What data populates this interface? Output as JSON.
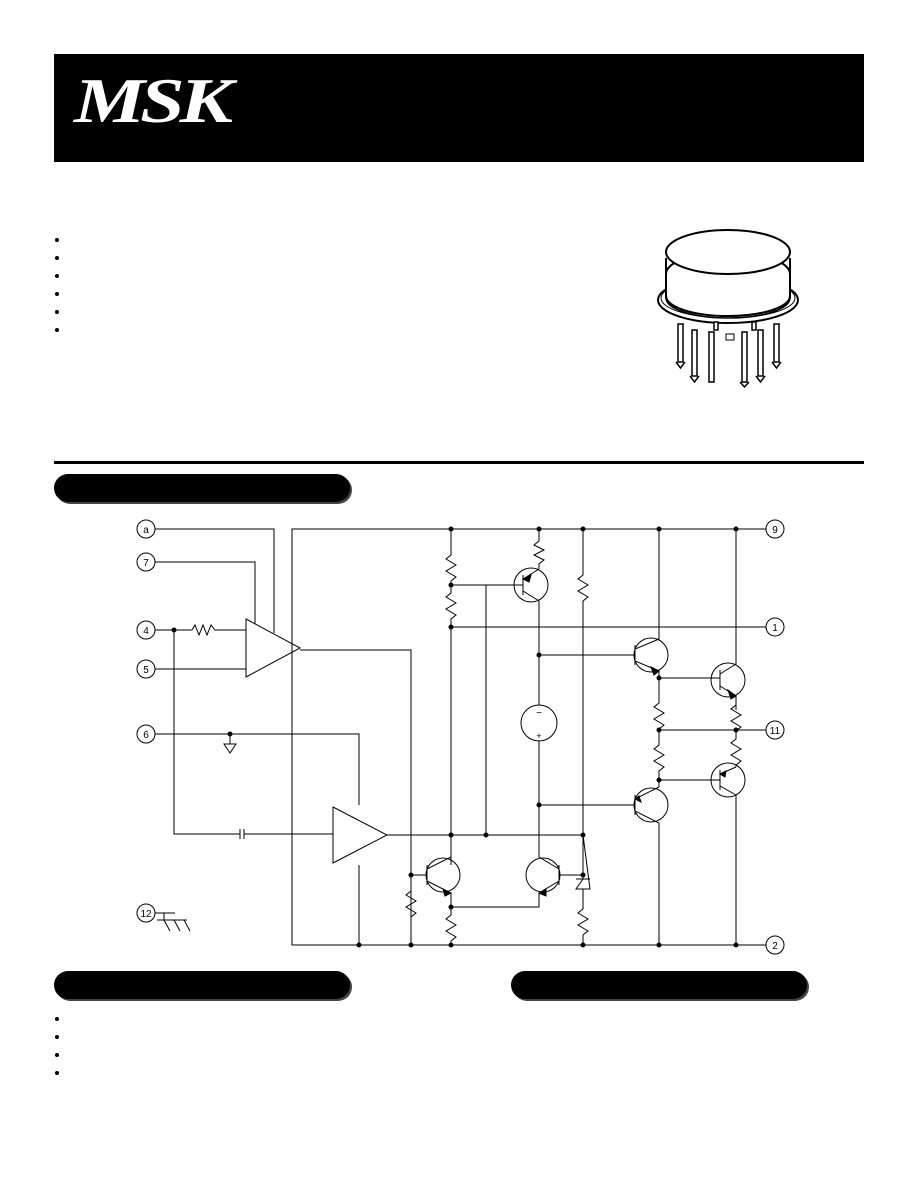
{
  "header": {
    "logo_text": "MSK",
    "bar_color": "#000000"
  },
  "features": {
    "bullet_count": 6
  },
  "applications": {
    "bullet_count": 4
  },
  "schematic": {
    "pins": {
      "p8": "a",
      "p7": "7",
      "p4": "4",
      "p5": "5",
      "p6": "6",
      "p12": "12",
      "p9": "9",
      "p1": "1",
      "p11": "11",
      "p2": "2"
    },
    "vsource_minus": "−",
    "vsource_plus": "+"
  }
}
